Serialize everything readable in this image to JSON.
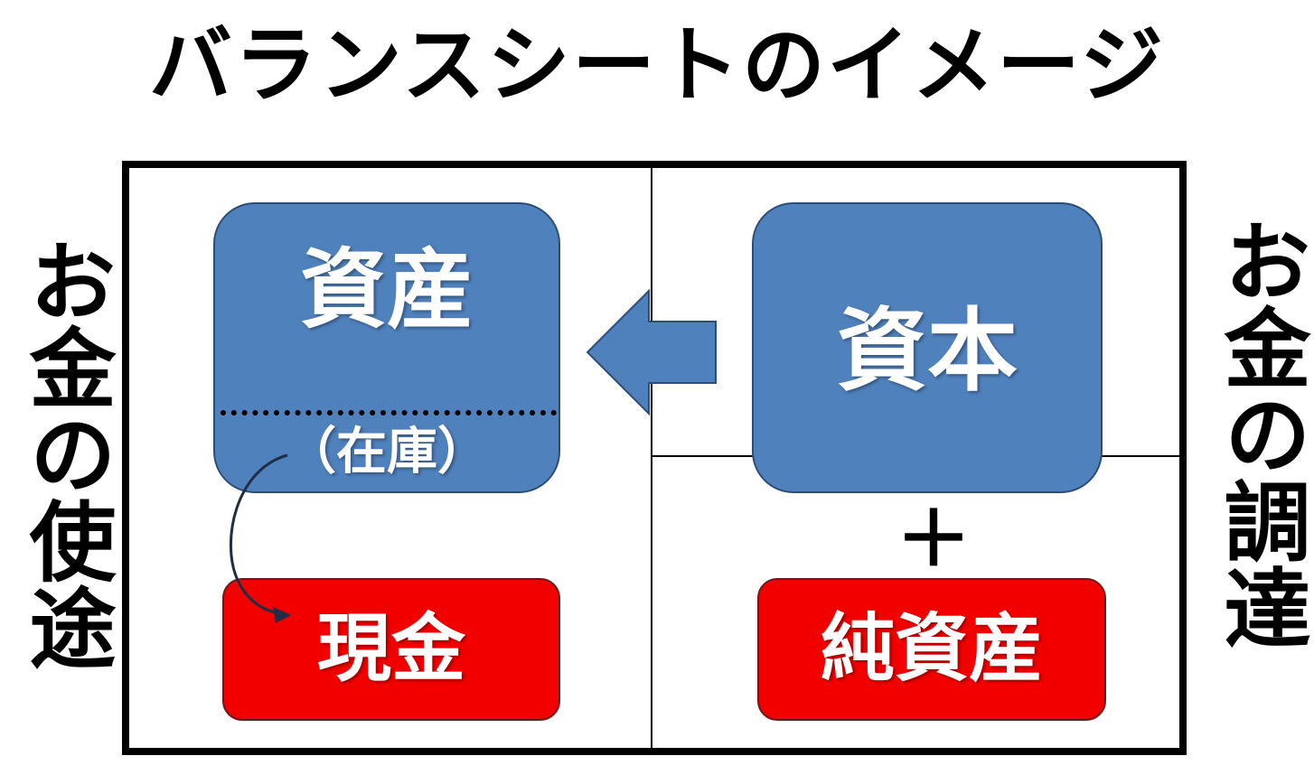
{
  "title": "バランスシートのイメージ",
  "left_label": "お金の使途",
  "right_label": "お金の調達",
  "left_column": {
    "asset_label": "資産",
    "inventory_label": "（在庫）",
    "cash_label": "現金"
  },
  "right_column": {
    "capital_label": "資本",
    "plus_sign": "＋",
    "net_assets_label": "純資産"
  },
  "colors": {
    "blue_box": "#4f81bd",
    "red_box": "#f20000",
    "frame": "#000000"
  }
}
